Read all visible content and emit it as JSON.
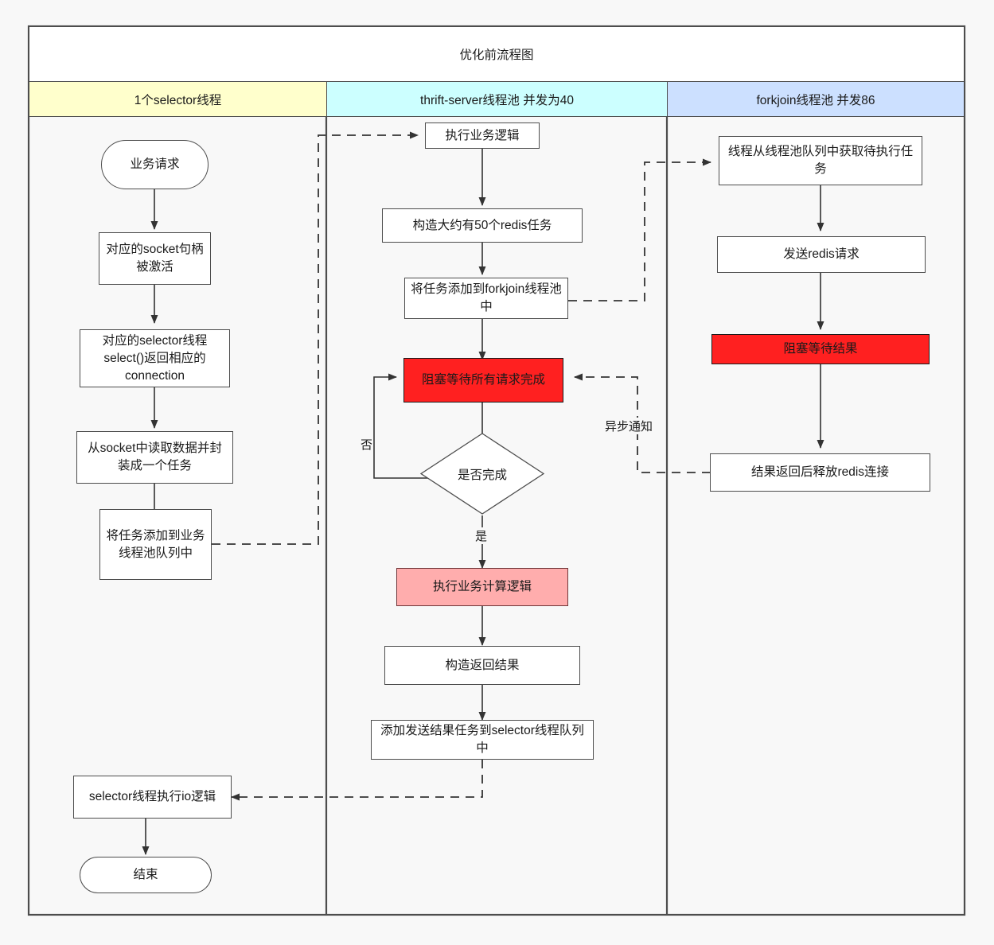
{
  "diagram": {
    "title": "优化前流程图",
    "type": "swimlane-flowchart",
    "colors": {
      "canvas": "#f8f8f8",
      "frame_border": "#4d4d4d",
      "lane1_header": "#ffffcc",
      "lane2_header": "#ccffff",
      "lane3_header": "#cce0ff",
      "node_fill": "#ffffff",
      "node_border": "#4d4d4d",
      "danger_fill": "#ff2020",
      "warn_fill": "#ffadad",
      "edge": "#333333"
    }
  },
  "lanes": [
    {
      "id": "lane-selector",
      "label": "1个selector线程"
    },
    {
      "id": "lane-thrift",
      "label": "thrift-server线程池 并发为40"
    },
    {
      "id": "lane-forkjoin",
      "label": "forkjoin线程池 并发86"
    }
  ],
  "nodes": {
    "start_request": "业务请求",
    "socket_activated": "对应的socket句柄被激活",
    "selector_returns": "对应的selector线程select()返回相应的connection",
    "read_socket": "从socket中读取数据并封装成一个任务",
    "enqueue_biz_pool": "将任务添加到业务线程池队列中",
    "selector_io": "selector线程执行io逻辑",
    "end": "结束",
    "exec_biz_logic": "执行业务逻辑",
    "build_redis_tasks": "构造大约有50个redis任务",
    "add_to_forkjoin": "将任务添加到forkjoin线程池中",
    "block_wait_all": "阻塞等待所有请求完成",
    "decision_done": "是否完成",
    "exec_compute": "执行业务计算逻辑",
    "build_result": "构造返回结果",
    "add_send_result": "添加发送结果任务到selector线程队列中",
    "fetch_task": "线程从线程池队列中获取待执行任务",
    "send_redis": "发送redis请求",
    "block_wait_result": "阻塞等待结果",
    "release_redis": "结果返回后释放redis连接"
  },
  "edge_labels": {
    "no": "否",
    "yes": "是",
    "async_notify": "异步通知"
  }
}
